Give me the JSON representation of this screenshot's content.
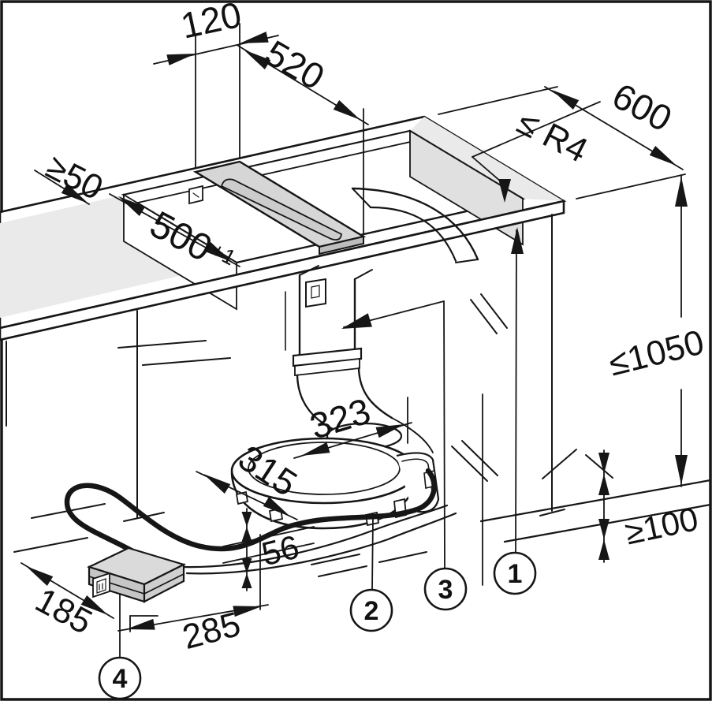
{
  "diagram": {
    "kind": "appliance-installation-drawing",
    "dimensions": {
      "d120": "120",
      "d520": "520",
      "d600": "600",
      "r4": "≤ R4",
      "d50": "≥50",
      "d500": "500",
      "d500_tol": "+1",
      "d1050": "≤1050",
      "d100": "≥100",
      "d323": "323",
      "d315": "315",
      "d56": "56",
      "d185": "185",
      "d285": "285"
    },
    "callouts": {
      "c1": "1",
      "c2": "2",
      "c3": "3",
      "c4": "4"
    },
    "colors": {
      "line": "#161616",
      "background": "#ffffff",
      "worktop_gray": "#eaeaea",
      "inner_wall_gray": "#e0e0e0",
      "unit_gray": "#d6d6d6",
      "box_top_gray": "#dadada",
      "box_side_gray": "#c6c6c6"
    }
  }
}
